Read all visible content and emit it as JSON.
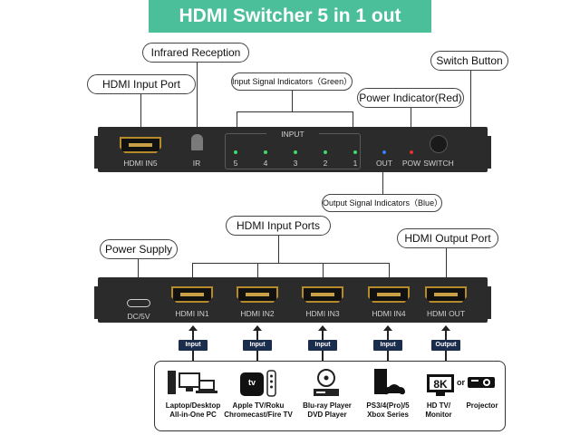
{
  "banner": {
    "title": "HDMI Switcher 5 in 1 out",
    "color": "#4bbf9a"
  },
  "front": {
    "callouts": {
      "infrared": "Infrared Reception",
      "hdmi_input_port": "HDMI Input Port",
      "input_indicators": "Input Signal Indicators（Green）",
      "power_indicator": "Power Indicator(Red)",
      "switch_button": "Switch Button",
      "output_indicators": "Output Signal Indicators（Blue）"
    },
    "port_label": "HDMI IN5",
    "ir_label": "IR",
    "input_group_label": "INPUT",
    "input_numbers": [
      "5",
      "4",
      "3",
      "2",
      "1"
    ],
    "out_label": "OUT",
    "pow_label": "POW",
    "switch_label": "SWITCH"
  },
  "rear": {
    "callouts": {
      "power_supply": "Power Supply",
      "hdmi_input_ports": "HDMI Input Ports",
      "hdmi_output_port": "HDMI Output Port"
    },
    "dc_label": "DC/5V",
    "ports": [
      "HDMI IN1",
      "HDMI IN2",
      "HDMI IN3",
      "HDMI IN4",
      "HDMI OUT"
    ]
  },
  "signals": [
    "Input",
    "Input",
    "Input",
    "Input",
    "Output"
  ],
  "sources": [
    {
      "line1": "Laptop/Desktop",
      "line2": "All-in-One PC",
      "icon": "computer-icon"
    },
    {
      "line1": "Apple TV/Roku",
      "line2": "Chromecast/Fire TV",
      "icon": "apple-tv-icon"
    },
    {
      "line1": "Blu-ray Player",
      "line2": "DVD Player",
      "icon": "disc-player-icon"
    },
    {
      "line1": "PS3/4(Pro)/5",
      "line2": "Xbox Series",
      "icon": "game-console-icon"
    },
    {
      "line1": "HD TV/",
      "line2": "Monitor",
      "icon": "tv-icon"
    }
  ],
  "tv_badge": "8K",
  "or_label": "or",
  "projector_label": "Projector",
  "apple_tv_badge": "tv",
  "led_colors": {
    "green": "#3ddc6a",
    "red": "#e03030",
    "blue": "#3a7bff"
  }
}
